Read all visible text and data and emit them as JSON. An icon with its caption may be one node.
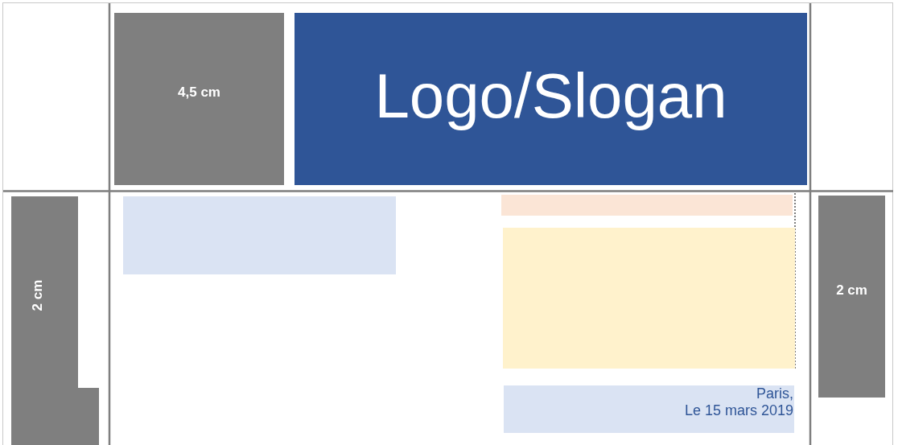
{
  "diagram": {
    "nodes": [
      {
        "text": [
          "4,5 cm"
        ]
      },
      {
        "text": [
          "Logo/Slogan"
        ]
      },
      {
        "text": [
          "2 cm"
        ]
      },
      {
        "text": [],
        "shape": "box"
      },
      {
        "text": [],
        "shape": "box"
      },
      {
        "text": [],
        "shape": "box"
      },
      {
        "text": [
          "Paris,",
          "Le 15 mars 2019"
        ]
      },
      {
        "text": [
          "2 cm"
        ]
      }
    ]
  }
}
